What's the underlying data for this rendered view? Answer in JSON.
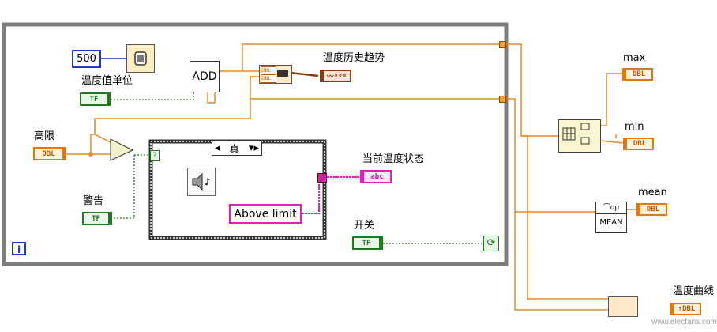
{
  "constants": {
    "interval": "500",
    "above_limit": "Above limit"
  },
  "labels": {
    "temp_unit": "温度值单位",
    "high_limit": "高限",
    "alarm": "警告",
    "history_trend": "温度历史趋势",
    "current_status": "当前温度状态",
    "switch": "开关",
    "max": "max",
    "min": "min",
    "mean": "mean",
    "temp_curve": "温度曲线"
  },
  "terminals": {
    "dbl": "DBL",
    "tf": "TF",
    "abc": "abc",
    "wave": "↑DBL"
  },
  "nodes": {
    "add": "ADD",
    "mean_fn": "MEAN",
    "case_selector": "真",
    "compare": ">",
    "info": "i",
    "question": "?"
  },
  "colors": {
    "float_wire": "#e88a22",
    "bool_wire": "#1e7a1e",
    "string_wire": "#e020c0",
    "int_wire": "#1a3cc8",
    "frame": "#808080"
  },
  "watermark": "www.elecfans.com"
}
